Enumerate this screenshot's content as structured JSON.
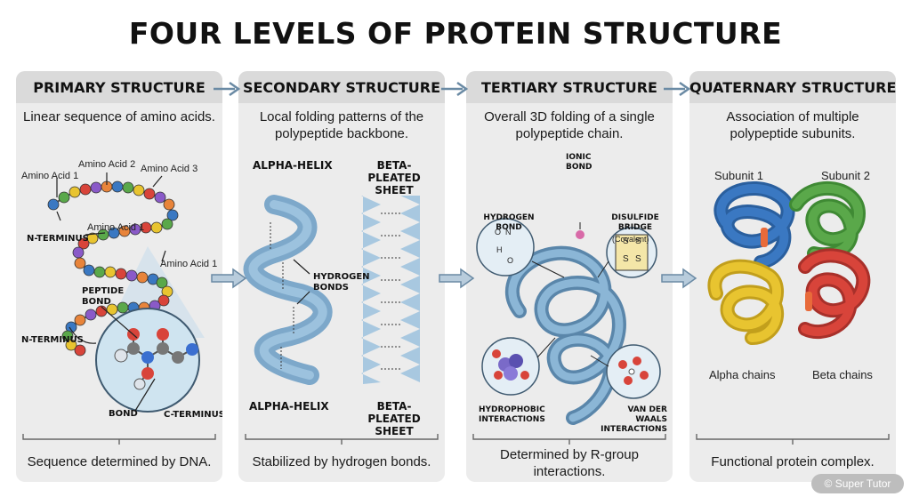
{
  "title": "FOUR LEVELS OF PROTEIN STRUCTURE",
  "panels": [
    {
      "heading": "PRIMARY STRUCTURE",
      "description": "Linear sequence of amino acids.",
      "labels": {
        "aa1": "Amino Acid 1",
        "aa2": "Amino Acid 2",
        "aa3": "Amino Acid 3",
        "aa1b": "Amino Acid 1",
        "aa1c": "Amino Acid 1",
        "nterm1": "N-TERMINUS",
        "nterm2": "N-TERMINUS",
        "peptide_bond": "PEPTIDE\nBOND",
        "bond": "BOND",
        "cterm": "C-TERMINUS"
      },
      "footer": "Sequence determined by DNA."
    },
    {
      "heading": "SECONDARY STRUCTURE",
      "description": "Local folding patterns of the polypeptide backbone.",
      "labels": {
        "alpha_top": "ALPHA-HELIX",
        "beta_top": "BETA-PLEATED SHEET",
        "hbonds": "HYDROGEN BONDS",
        "alpha_bottom": "ALPHA-HELIX",
        "beta_bottom": "BETA-PLEATED SHEET"
      },
      "footer": "Stabilized by hydrogen bonds."
    },
    {
      "heading": "TERTIARY STRUCTURE",
      "description": "Overall 3D folding of a single polypeptide chain.",
      "labels": {
        "ionic": "IONIC BOND",
        "hydrogen": "HYDROGEN BOND",
        "disulfide": "DISULFIDE BRIDGE",
        "covalent": "(Covalent)",
        "hydrophobic": "HYDROPHOBIC INTERACTIONS",
        "vdw": "VAN DER WAALS INTERACTIONS"
      },
      "footer": "Determined by R-group interactions."
    },
    {
      "heading": "QUATERNARY STRUCTURE",
      "description": "Association of multiple polypeptide subunits.",
      "labels": {
        "subunit1": "Subunit 1",
        "subunit2": "Subunit 2",
        "alpha_chains": "Alpha chains",
        "beta_chains": "Beta chains"
      },
      "footer": "Functional protein complex."
    }
  ],
  "atoms": {
    "h_atom": "H",
    "n_atom": "N",
    "o_atom": "O",
    "s_atom": "S"
  },
  "watermark": "© Super Tutor",
  "colors": {
    "panel_bg": "#ececec",
    "header_bg": "#dadada",
    "arrow": "#6a8aa4",
    "backbone": "#7aa6c8",
    "subunit_blue": "#3a78c2",
    "subunit_green": "#5aa84a",
    "subunit_red": "#d8443a",
    "subunit_yellow": "#e8c430"
  }
}
